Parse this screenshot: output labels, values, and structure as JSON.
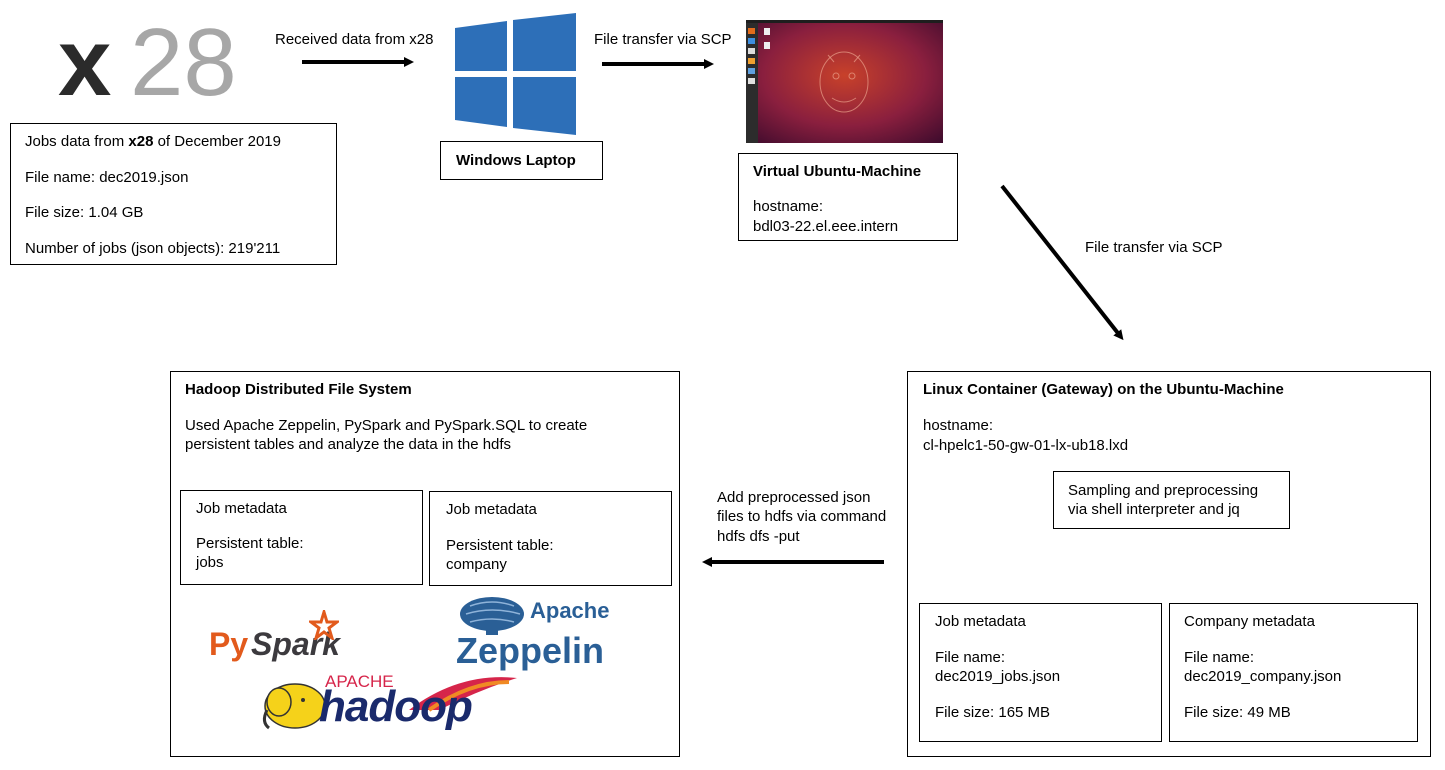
{
  "x28_logo": {
    "text_x": "x",
    "text_28": "28"
  },
  "source_box": {
    "line1_prefix": "Jobs data from ",
    "line1_bold": "x28",
    "line1_suffix": " of December 2019",
    "file_name": "File name: dec2019.json",
    "file_size": "File size: 1.04 GB",
    "num_jobs": "Number of jobs (json objects): 219'211"
  },
  "arrow_labels": {
    "received": "Received data from x28",
    "scp1": "File transfer via SCP",
    "scp2": "File transfer via SCP",
    "add_hdfs": [
      "Add preprocessed json",
      "files to hdfs via command",
      "hdfs dfs -put"
    ]
  },
  "windows_box": {
    "label": "Windows Laptop"
  },
  "ubuntu_box": {
    "title": "Virtual Ubuntu-Machine",
    "hostname_label": "hostname:",
    "hostname": "bdl03-22.el.eee.intern"
  },
  "container_box": {
    "title": "Linux Container (Gateway) on the Ubuntu-Machine",
    "hostname_label": "hostname:",
    "hostname": "cl-hpelc1-50-gw-01-lx-ub18.lxd",
    "process": [
      "Sampling and preprocessing",
      "via shell interpreter and jq"
    ],
    "job_meta": {
      "title": "Job metadata",
      "file_label": "File name:",
      "file": "dec2019_jobs.json",
      "size": "File size: 165 MB"
    },
    "company_meta": {
      "title": "Company metadata",
      "file_label": "File name:",
      "file": "dec2019_company.json",
      "size": "File size: 49 MB"
    }
  },
  "hdfs_box": {
    "title": "Hadoop Distributed File System",
    "desc": [
      "Used Apache Zeppelin, PySpark and PySpark.SQL to create",
      "persistent tables and analyze the data in the hdfs"
    ],
    "table1": {
      "title": "Job metadata",
      "label": "Persistent table:",
      "name": "jobs"
    },
    "table2": {
      "title": "Job metadata",
      "label": "Persistent table:",
      "name": "company"
    },
    "logos": {
      "pyspark_py": "Py",
      "pyspark_spark": "Spark",
      "zeppelin_apache": "Apache",
      "zeppelin_name": "Zeppelin",
      "hadoop_apache": "APACHE",
      "hadoop_name": "hadoop"
    }
  },
  "colors": {
    "windows_blue": "#2d6fb8",
    "ubuntu_orange": "#c8412a",
    "spark_orange": "#e25a1c",
    "zeppelin_blue": "#2a5f96"
  }
}
